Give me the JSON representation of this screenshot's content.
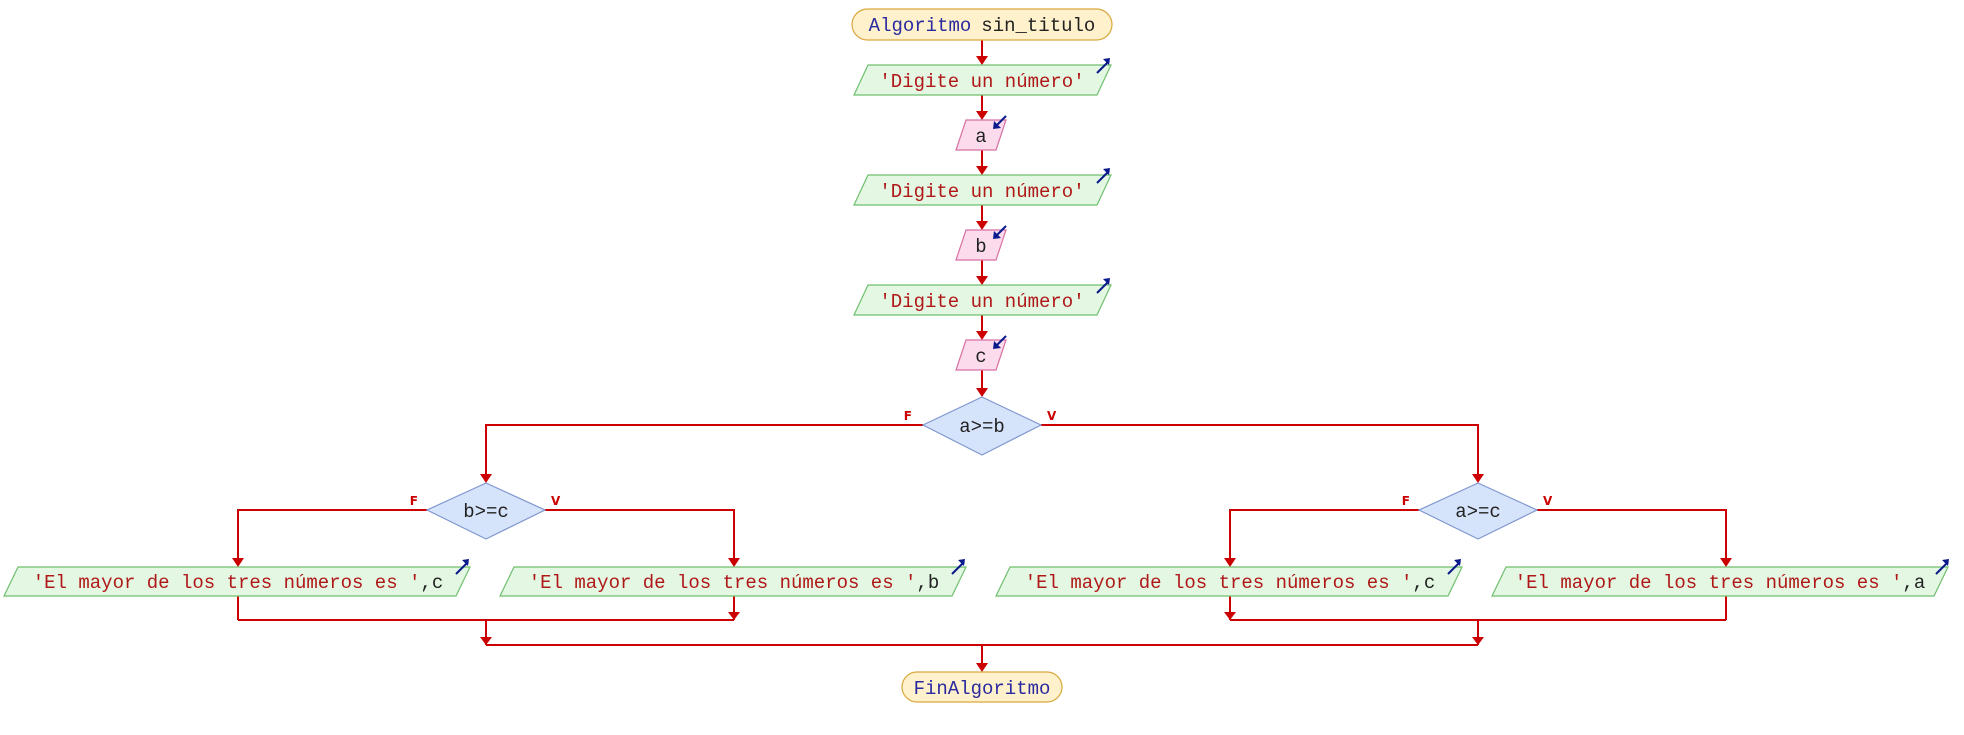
{
  "start": {
    "keyword": "Algoritmo",
    "name": "sin_titulo"
  },
  "end": {
    "keyword": "FinAlgoritmo"
  },
  "steps": {
    "prompt_1": {
      "text": "'Digite un número'"
    },
    "read_a": {
      "var": "a"
    },
    "prompt_2": {
      "text": "'Digite un número'"
    },
    "read_b": {
      "var": "b"
    },
    "prompt_3": {
      "text": "'Digite un número'"
    },
    "read_c": {
      "var": "c"
    }
  },
  "decisions": {
    "main": {
      "condition": "a>=b",
      "false_label": "F",
      "true_label": "V"
    },
    "left": {
      "condition": "b>=c",
      "false_label": "F",
      "true_label": "V"
    },
    "right": {
      "condition": "a>=c",
      "false_label": "F",
      "true_label": "V"
    }
  },
  "outputs": {
    "out_1": {
      "str": "'El mayor de los tres números es '",
      "var": ",c"
    },
    "out_2": {
      "str": "'El mayor de los tres números es '",
      "var": ",b"
    },
    "out_3": {
      "str": "'El mayor de los tres números es '",
      "var": ",c"
    },
    "out_4": {
      "str": "'El mayor de los tres números es '",
      "var": ",a"
    }
  },
  "colors": {
    "connector": "#cc0000",
    "output_fill": "#e3f7e3",
    "input_fill": "#fcdcec",
    "terminal_fill": "#fff1cc",
    "decision_fill": "#d5e3fb",
    "io_arrow": "#0a1a8c"
  }
}
